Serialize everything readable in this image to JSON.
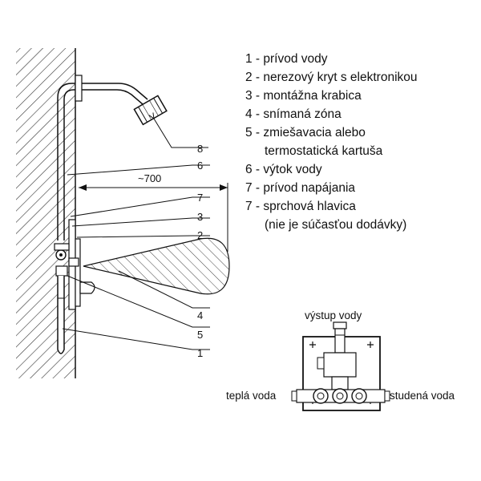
{
  "distance_label": "~700",
  "callouts": [
    "8",
    "6",
    "7",
    "3",
    "2",
    "4",
    "5",
    "1"
  ],
  "legend": [
    "1 - prívod vody",
    "2 - nerezový kryt s elektronikou",
    "3 - montážna krabica",
    "4 - snímaná zóna",
    "5 - zmiešavacia alebo",
    "termostatická kartuša",
    "6 - výtok vody",
    "7 - prívod napájania",
    "7 - sprchová hlavica",
    "(nie je súčasťou dodávky)"
  ],
  "unit_labels": {
    "top": "výstup vody",
    "left": "teplá voda",
    "right": "studená voda"
  }
}
